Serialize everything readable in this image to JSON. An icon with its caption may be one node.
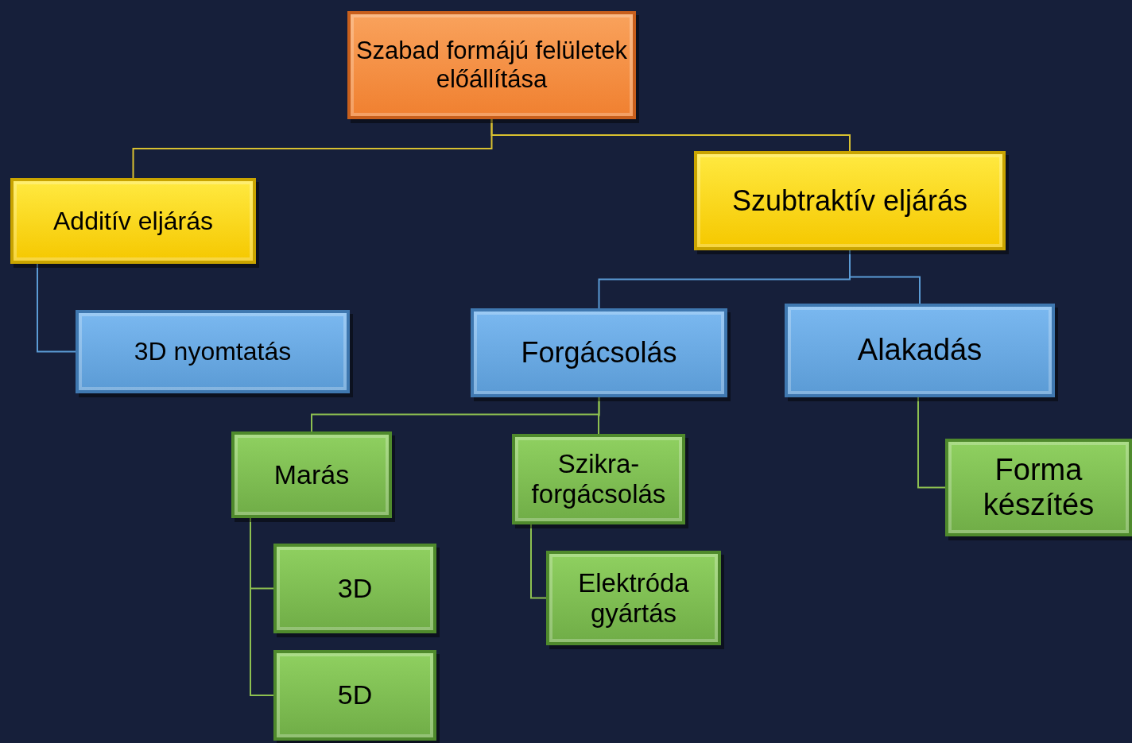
{
  "diagram": {
    "nodes": [
      {
        "text": [
          "Szabad formájú felületek előállítása"
        ]
      },
      {
        "text": [
          "Additív eljárás"
        ]
      },
      {
        "text": [
          "Szubtraktív eljárás"
        ]
      },
      {
        "text": [
          "3D nyomtatás"
        ]
      },
      {
        "text": [
          "Forgácsolás"
        ]
      },
      {
        "text": [
          "Alakadás"
        ]
      },
      {
        "text": [
          "Marás"
        ]
      },
      {
        "text": [
          "Szikra- forgácsolás"
        ]
      },
      {
        "text": [
          "Forma készítés"
        ]
      },
      {
        "text": [
          "3D"
        ]
      },
      {
        "text": [
          "5D"
        ]
      },
      {
        "text": [
          "Elektróda gyártás"
        ]
      }
    ],
    "edges": [
      {
        "from": 0,
        "to": 1,
        "arrow": "none",
        "color": "#d8c030"
      },
      {
        "from": 0,
        "to": 2,
        "arrow": "none",
        "color": "#d8c030"
      },
      {
        "from": 1,
        "to": 3,
        "arrow": "none",
        "color": "#5b9bd5"
      },
      {
        "from": 2,
        "to": 4,
        "arrow": "none",
        "color": "#5b9bd5"
      },
      {
        "from": 2,
        "to": 5,
        "arrow": "none",
        "color": "#5b9bd5"
      },
      {
        "from": 4,
        "to": 6,
        "arrow": "none"
      },
      {
        "from": 4,
        "to": 7,
        "arrow": "none"
      },
      {
        "from": 5,
        "to": 8,
        "arrow": "none"
      },
      {
        "from": 6,
        "to": 9,
        "arrow": "none"
      },
      {
        "from": 6,
        "to": 10,
        "arrow": "none"
      },
      {
        "from": 7,
        "to": 11,
        "arrow": "none"
      }
    ]
  }
}
